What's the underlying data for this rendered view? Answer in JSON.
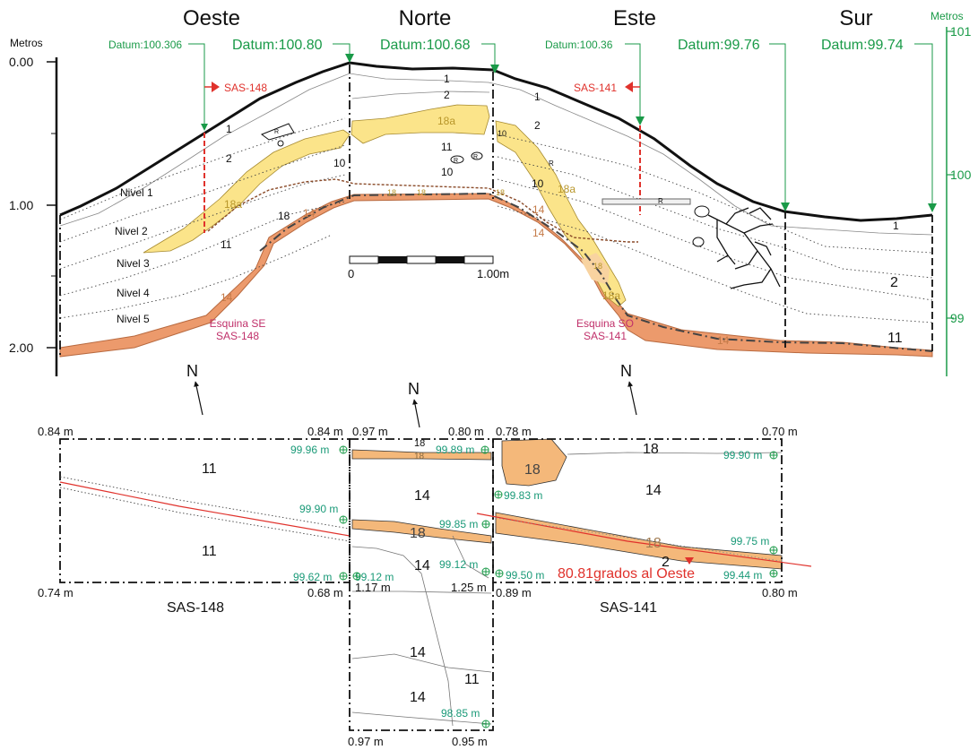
{
  "colors": {
    "green": "#1a9a48",
    "red": "#e0322c",
    "orange": "#ec9a6c",
    "orange_fill": "#f4b87a",
    "yellow": "#fbe48a",
    "teal": "#1a9a78",
    "magenta": "#c0306a",
    "black": "#111111"
  },
  "profile": {
    "headings": [
      "Oeste",
      "Norte",
      "Este",
      "Sur"
    ],
    "left_axis": {
      "title": "Metros",
      "ticks": [
        "0.00",
        "1.00",
        "2.00"
      ]
    },
    "right_axis": {
      "title": "Metros",
      "ticks": [
        "101",
        "100",
        "99"
      ]
    },
    "datums": [
      "Datum:100.306",
      "Datum:100.80",
      "Datum:100.68",
      "Datum:100.36",
      "Datum:99.76",
      "Datum:99.74"
    ],
    "sas_marks": [
      "SAS-148",
      "SAS-141"
    ],
    "levels": [
      "Nivel 1",
      "Nivel 2",
      "Nivel 3",
      "Nivel 4",
      "Nivel 5"
    ],
    "corners": {
      "se_label": "Esquina SE",
      "se_sas": "SAS-148",
      "so_label": "Esquina SO",
      "so_sas": "SAS-141"
    },
    "scale": {
      "start": "0",
      "end": "1.00m"
    },
    "layers": {
      "l1": "1",
      "l2": "2",
      "l10": "10",
      "l11": "11",
      "l14": "14",
      "l18": "18",
      "l18a": "18a",
      "r": "R"
    }
  },
  "plan": {
    "north": "N",
    "sas148": {
      "name": "SAS-148",
      "corners": [
        "0.84 m",
        "0.84 m",
        "0.74 m",
        "0.68 m"
      ],
      "layers": [
        "11",
        "11"
      ],
      "elevations": [
        "99.96 m",
        "99.90 m",
        "99.62 m"
      ]
    },
    "center": {
      "corners": [
        "0.97 m",
        "0.80 m",
        "1.17 m",
        "1.25 m",
        "0.97 m",
        "0.95 m"
      ],
      "layers": [
        "18",
        "18",
        "14",
        "18",
        "14",
        "14",
        "14",
        "11"
      ],
      "elevations": [
        "99.89 m",
        "99.85 m",
        "99.12 m",
        "99.12 m",
        "98.85 m"
      ]
    },
    "sas141": {
      "name": "SAS-141",
      "corners": [
        "0.78 m",
        "0.70 m",
        "0.89 m",
        "0.80 m"
      ],
      "layers": [
        "18",
        "18",
        "14",
        "18",
        "2"
      ],
      "elevations": [
        "99.90 m",
        "99.83 m",
        "99.75 m",
        "99.50 m",
        "99.44 m"
      ],
      "orientation": "80.81grados al Oeste"
    }
  }
}
